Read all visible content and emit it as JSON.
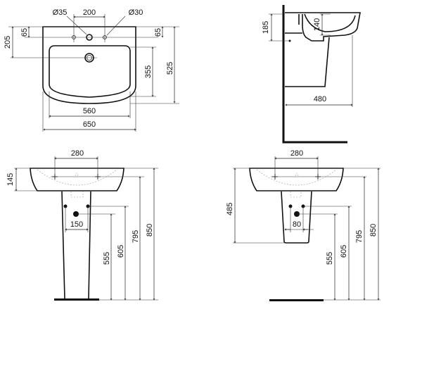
{
  "top_view": {
    "hole_left_diameter": "Ø35",
    "hole_right_diameter": "Ø30",
    "tap_spacing": "200",
    "left_hole_offset": "65",
    "right_hole_offset": "65",
    "waste_from_back": "205",
    "bowl_depth": "355",
    "overall_depth": "525",
    "bowl_width": "560",
    "overall_width": "650"
  },
  "side_view": {
    "height_to_fixing": "185",
    "bowl_depth": "140",
    "projection": "480"
  },
  "front_pedestal": {
    "tap_spacing": "280",
    "rim_height": "145",
    "supply_spacing": "150",
    "waste_height": "555",
    "supply_height": "605",
    "tap_height": "795",
    "overall_height": "850"
  },
  "front_semi_pedestal": {
    "tap_spacing": "280",
    "basin_height": "485",
    "supply_spacing": "80",
    "waste_height": "555",
    "supply_height": "605",
    "tap_height": "795",
    "overall_height": "850"
  }
}
